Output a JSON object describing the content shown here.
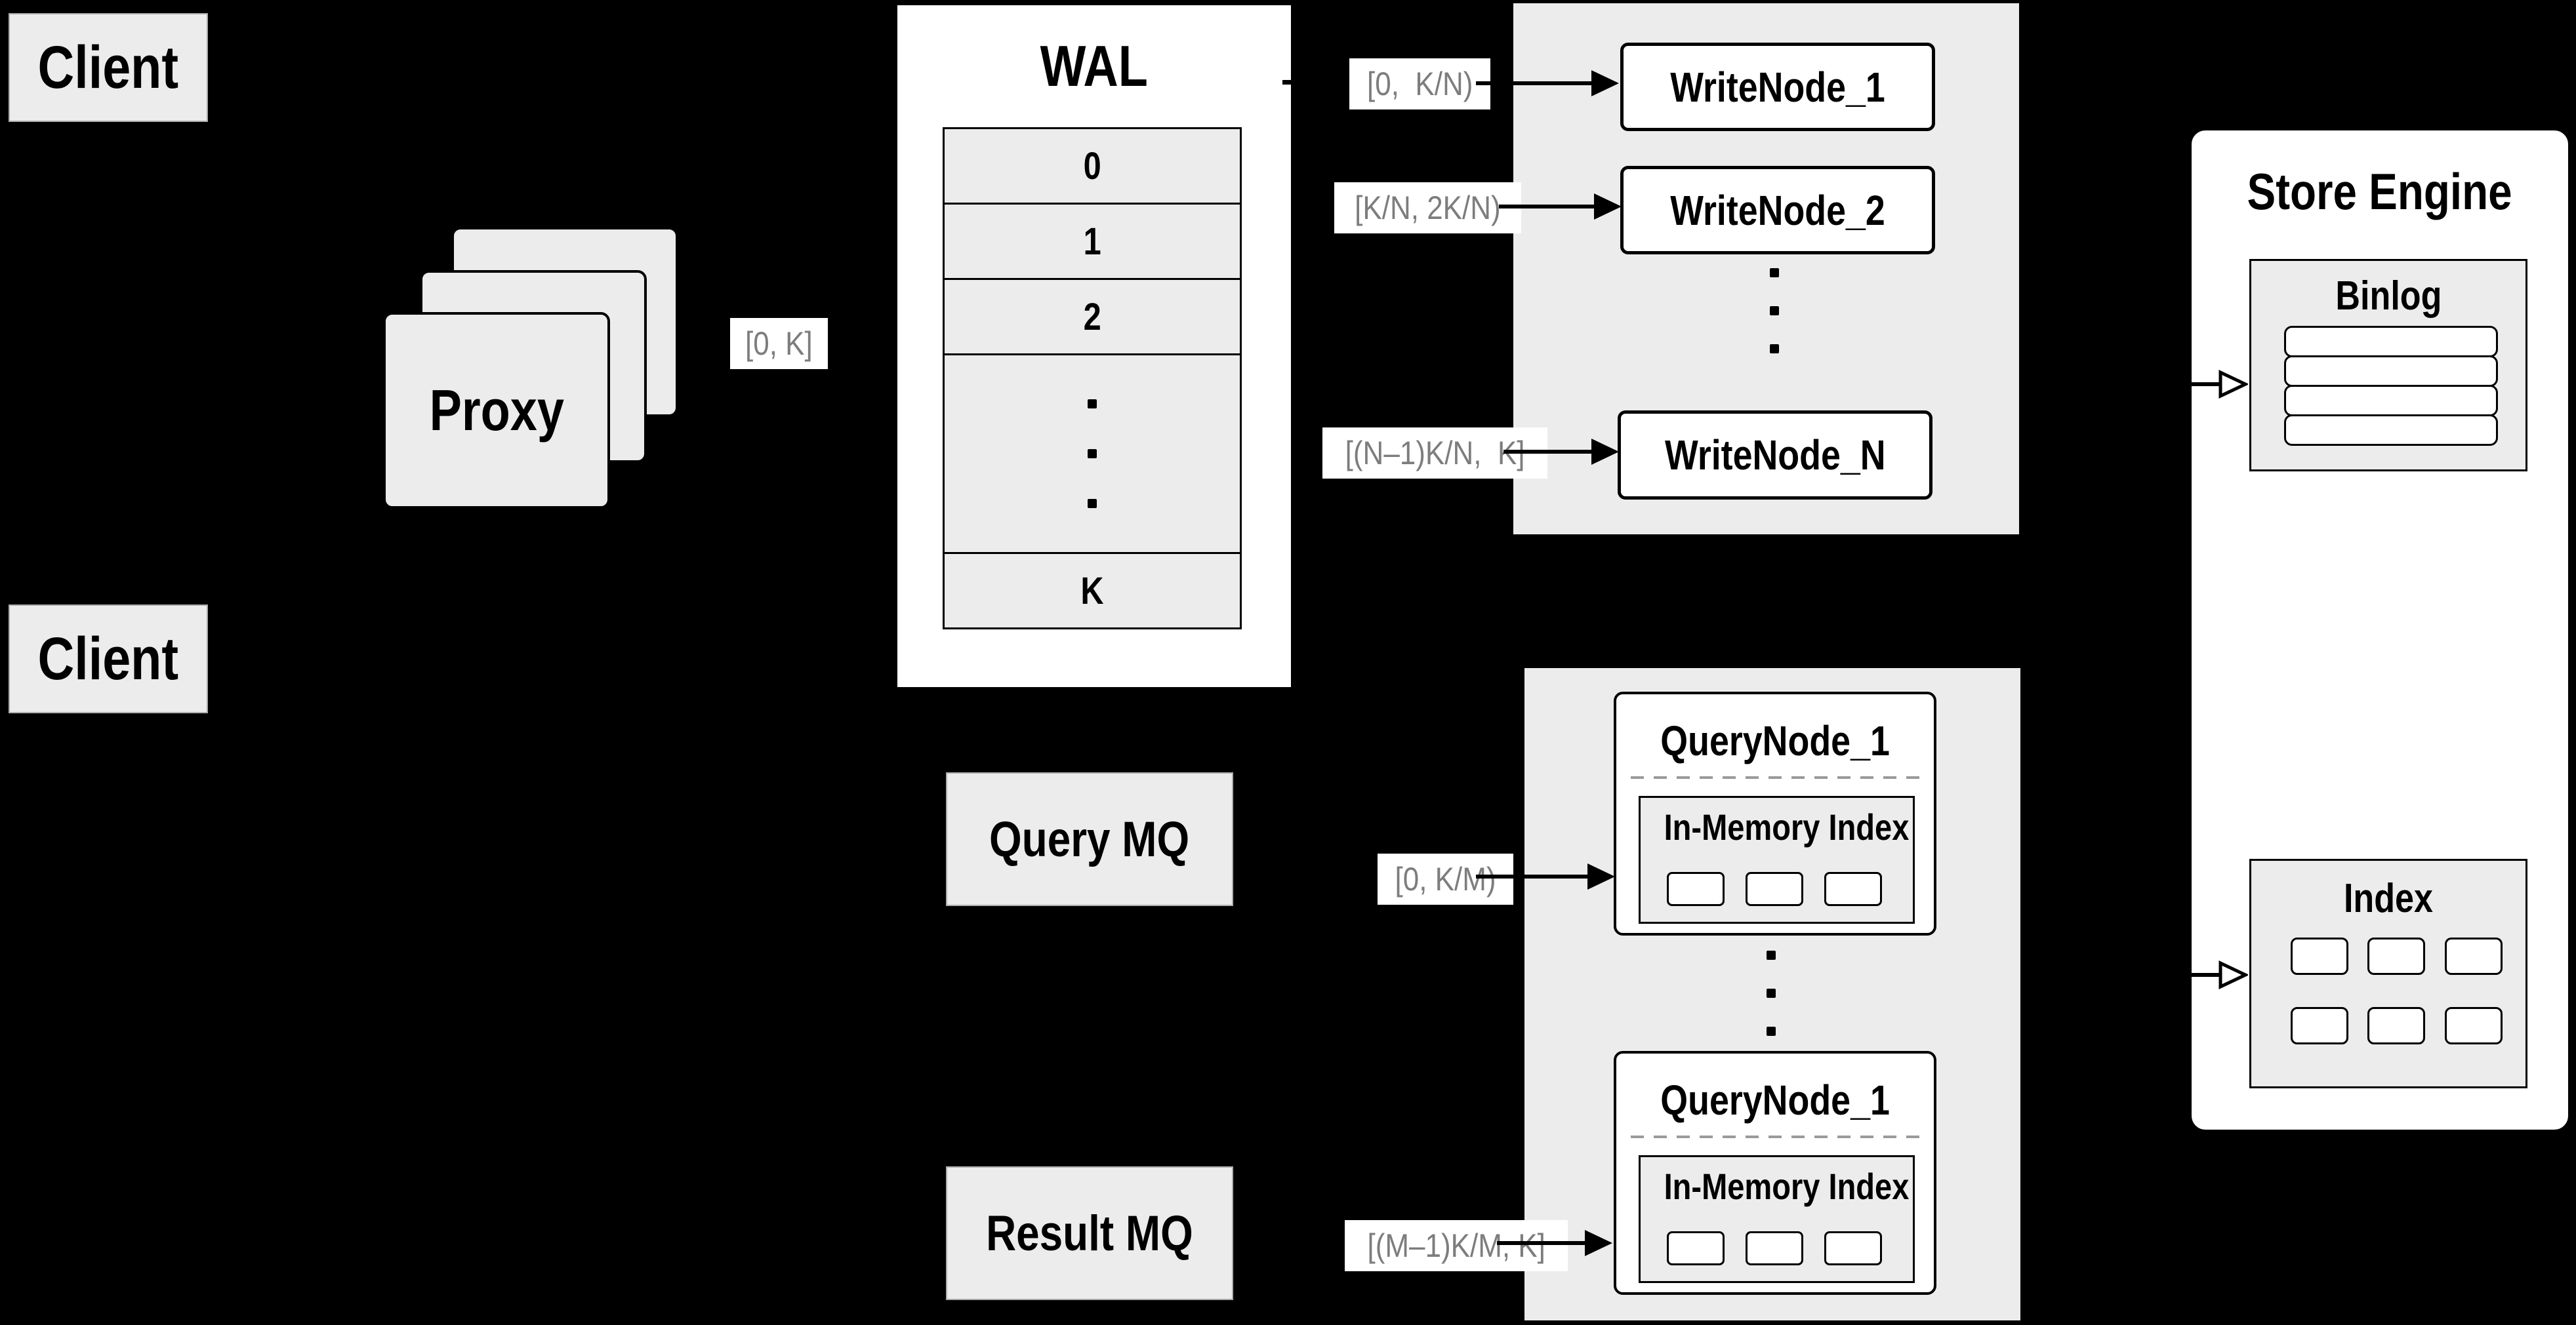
{
  "colors": {
    "background": "#000000",
    "panel_gray": "#ececec",
    "box_white": "#ffffff",
    "border_black": "#000000",
    "range_label_text": "#7d7d7d",
    "dashed_divider": "#9a9a9a"
  },
  "clients": {
    "top_label": "Client",
    "bottom_label": "Client"
  },
  "proxy": {
    "label": "Proxy",
    "range_label": "[0, K]"
  },
  "wal": {
    "title": "WAL",
    "slots": [
      "0",
      "1",
      "2",
      "K"
    ]
  },
  "write_group": {
    "node_labels": [
      "WriteNode_1",
      "WriteNode_2",
      "WriteNode_N"
    ],
    "range_labels": [
      "[0,  K/N)",
      "[K/N, 2K/N)",
      "[(N–1)K/N,  K]"
    ]
  },
  "message_queues": {
    "query_mq_label": "Query MQ",
    "result_mq_label": "Result MQ"
  },
  "query_group": {
    "node_titles": [
      "QueryNode_1",
      "QueryNode_1"
    ],
    "inner_titles": [
      "In-Memory Index",
      "In-Memory Index"
    ],
    "range_labels": [
      "[0, K/M)",
      "[(M–1)K/M, K]"
    ]
  },
  "store_engine": {
    "title": "Store Engine",
    "binlog_title": "Binlog",
    "index_title": "Index"
  }
}
